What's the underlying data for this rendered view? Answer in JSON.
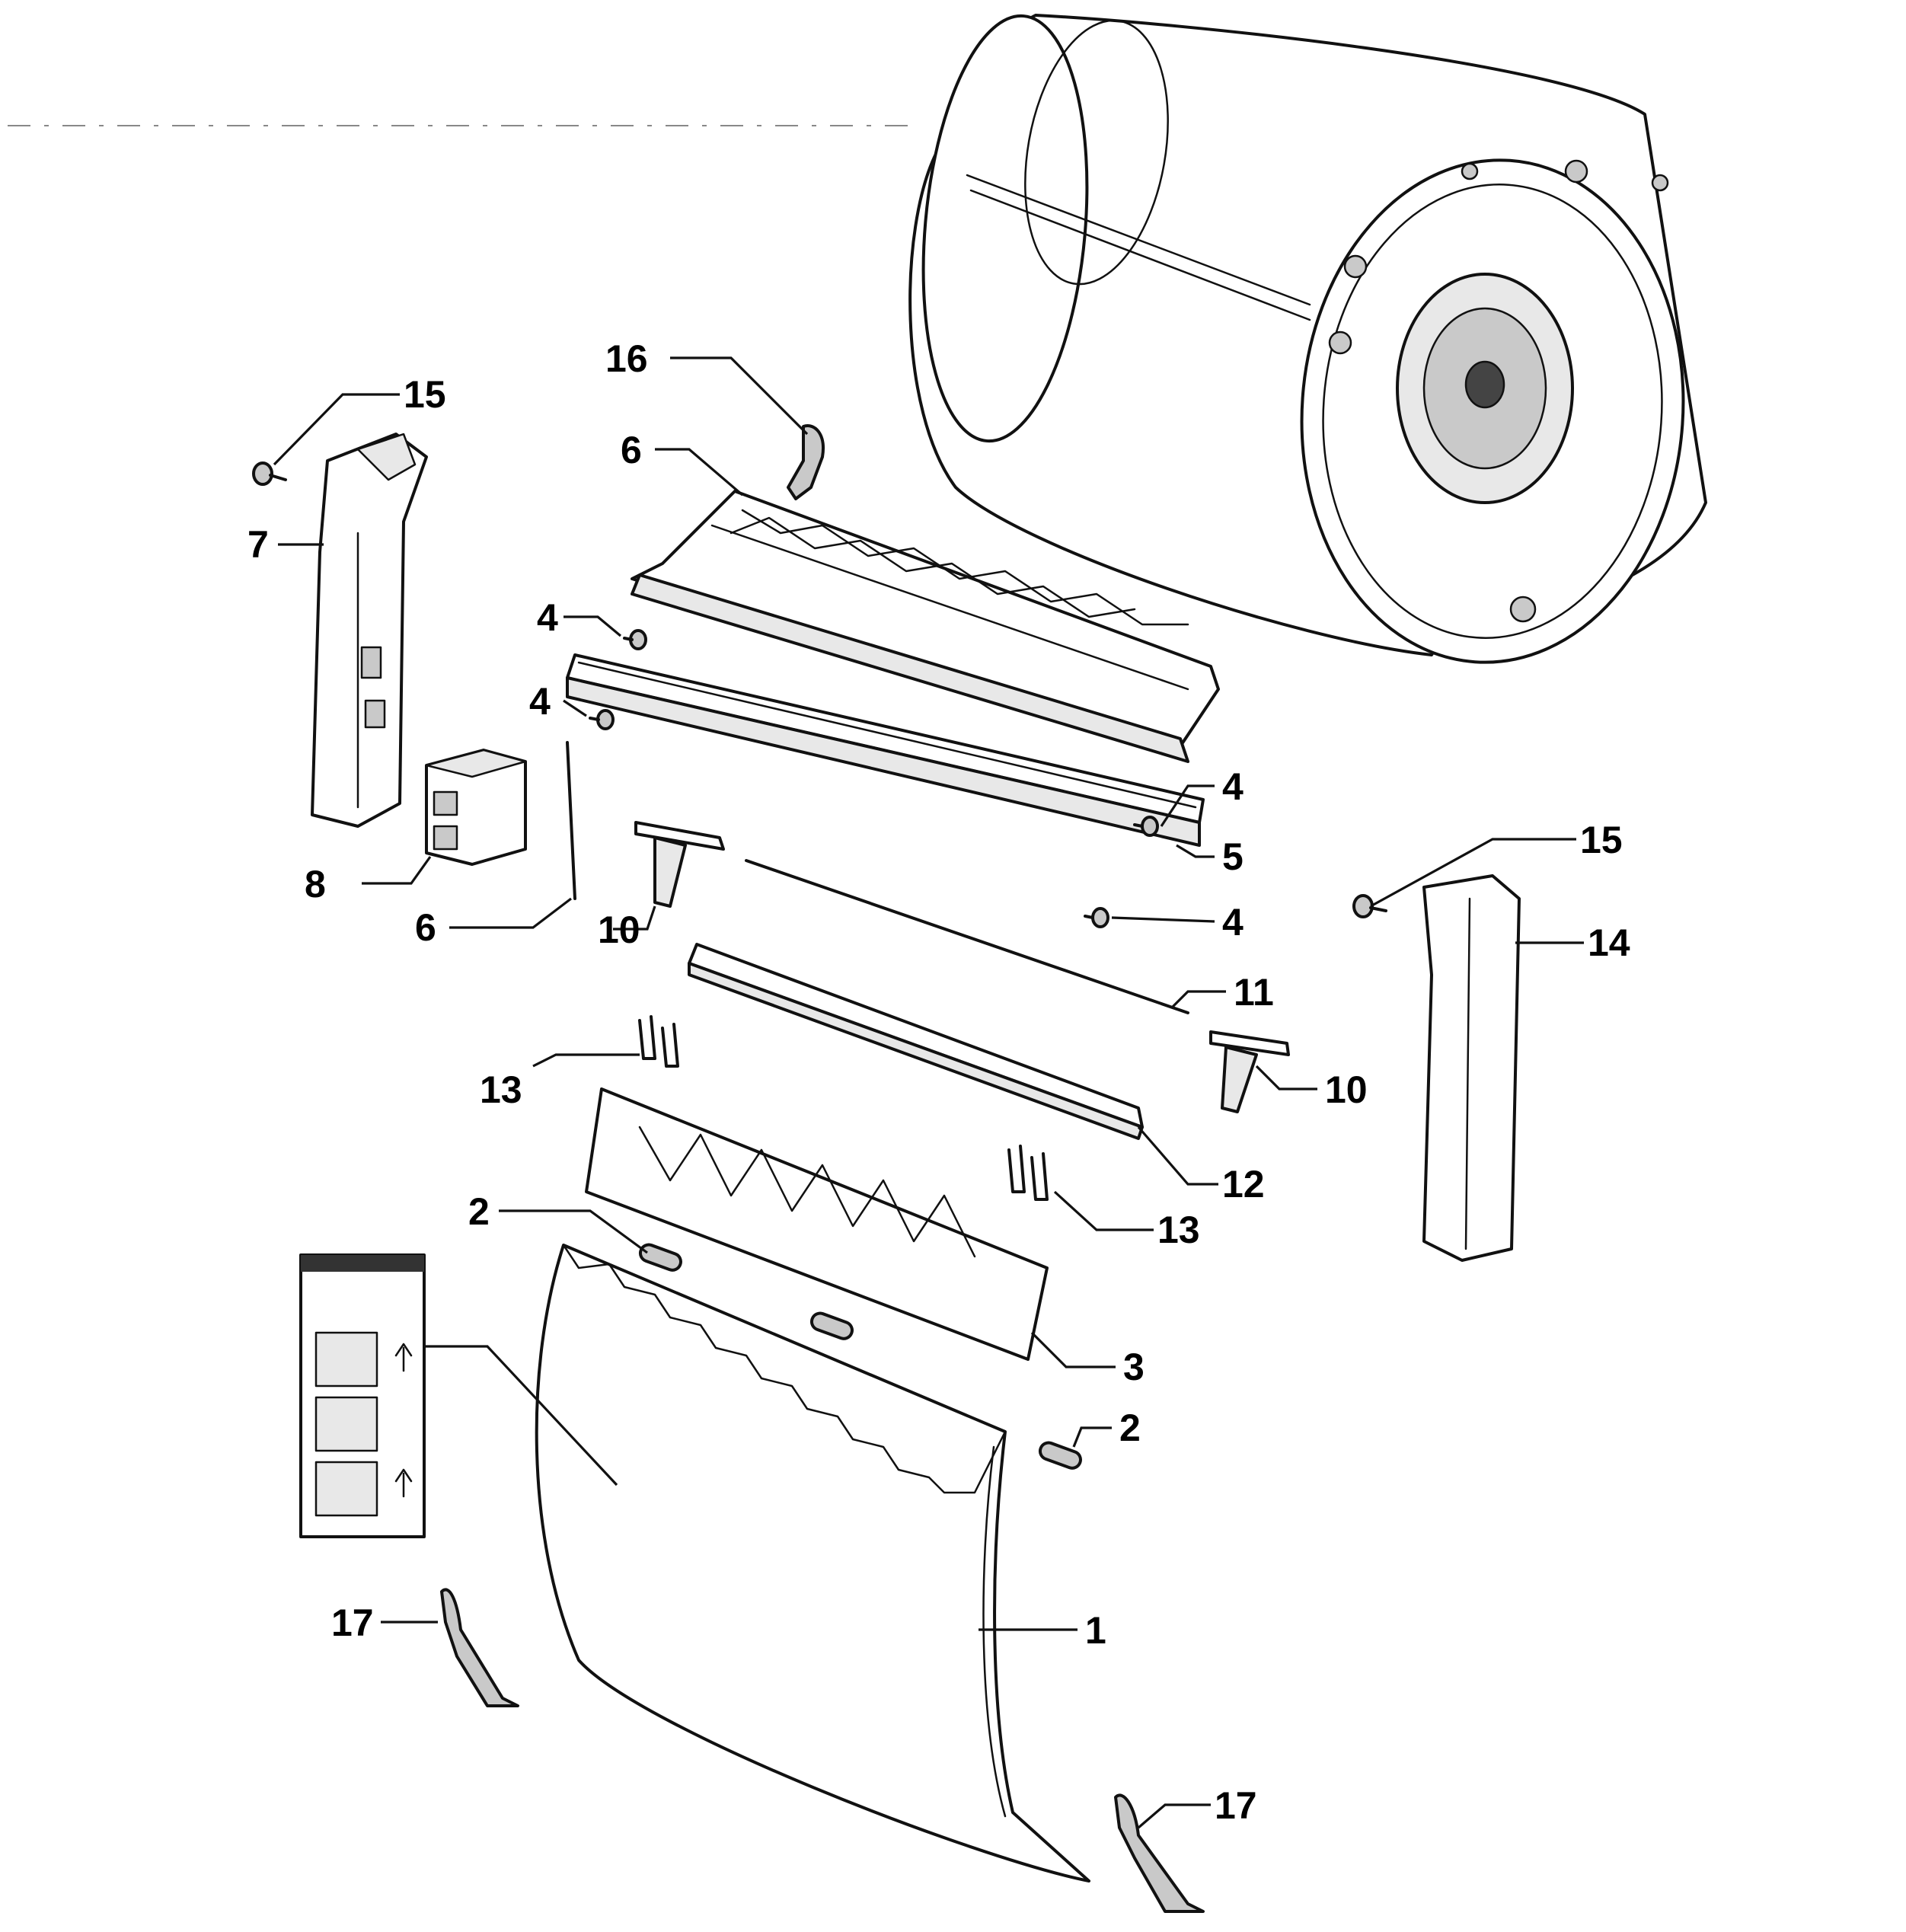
{
  "callouts": {
    "c1": "1",
    "c2a": "2",
    "c2b": "2",
    "c3": "3",
    "c4a": "4",
    "c4b": "4",
    "c4c": "4",
    "c4d": "4",
    "c5": "5",
    "c6a": "6",
    "c6b": "6",
    "c7": "7",
    "c8": "8",
    "c10a": "10",
    "c10b": "10",
    "c11": "11",
    "c12": "12",
    "c13a": "13",
    "c13b": "13",
    "c14": "14",
    "c15a": "15",
    "c15b": "15",
    "c16": "16",
    "c17a": "17",
    "c17b": "17"
  },
  "colors": {
    "line": "#111111",
    "background": "#ffffff"
  }
}
